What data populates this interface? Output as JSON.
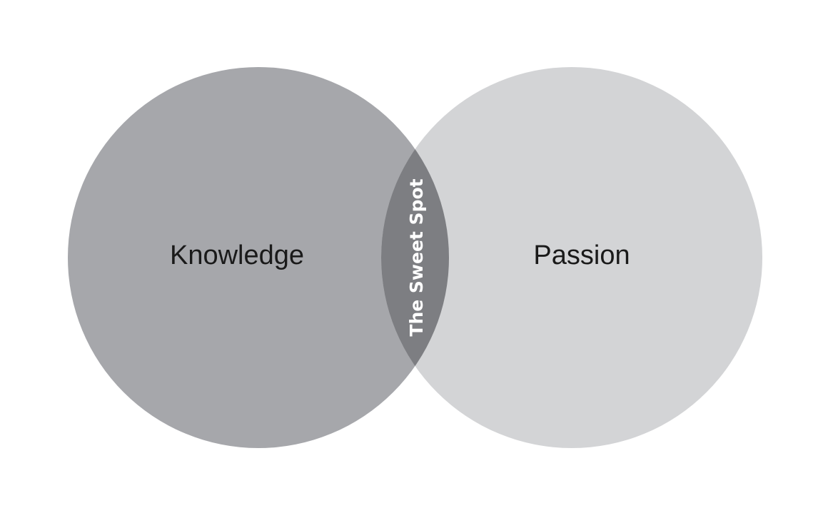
{
  "diagram": {
    "type": "venn",
    "left_label": "Knowledge",
    "right_label": "Passion",
    "overlap_label": "The Sweet Spot",
    "colors": {
      "background": "#ffffff",
      "left_circle": "#a6a7ab",
      "right_circle": "#d3d4d6",
      "overlap": "#7d7e82",
      "label_text": "#1a1a1a",
      "overlap_text": "#ffffff"
    }
  }
}
